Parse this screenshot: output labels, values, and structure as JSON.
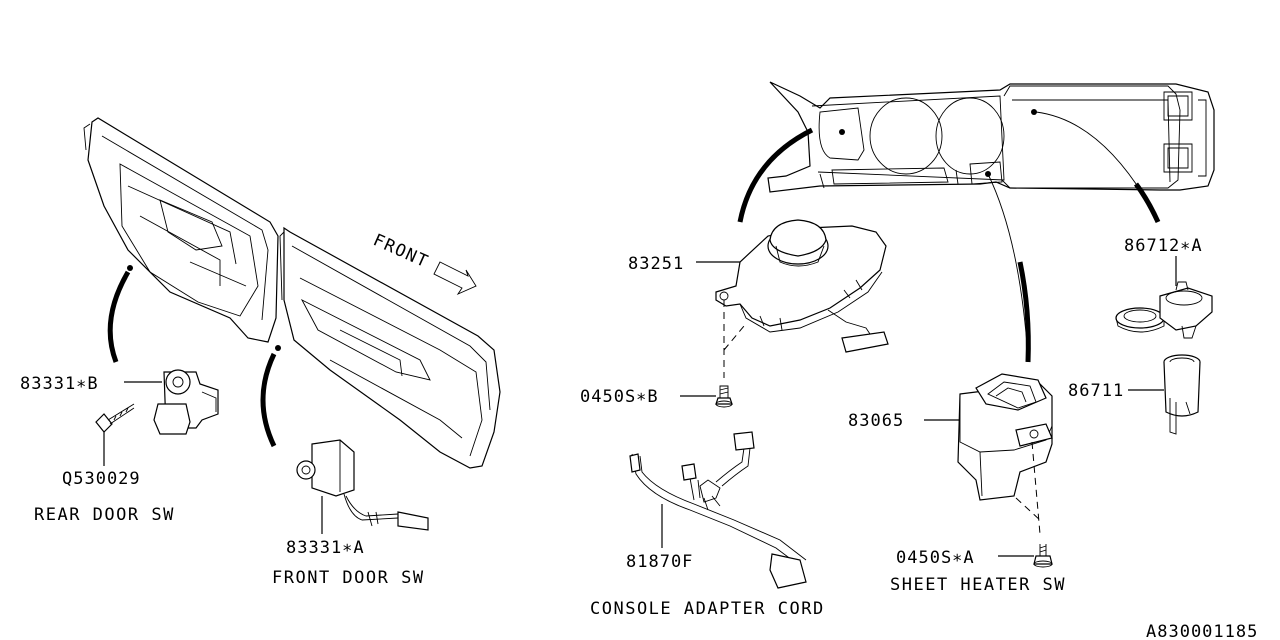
{
  "parts": {
    "p83331b": "83331∗B",
    "q530029": "Q530029",
    "rear_door_sw": "REAR DOOR SW",
    "p83331a": "83331∗A",
    "front_door_sw": "FRONT DOOR SW",
    "front": "FRONT",
    "p83251": "83251",
    "p0450sb": "0450S∗B",
    "p81870f": "81870F",
    "console_adapter_cord": "CONSOLE ADAPTER CORD",
    "p83065": "83065",
    "p0450sa": "0450S∗A",
    "sheet_heater_sw": "SHEET HEATER SW",
    "p86712a": "86712∗A",
    "p86711": "86711"
  },
  "diagram_id": "A830001185"
}
